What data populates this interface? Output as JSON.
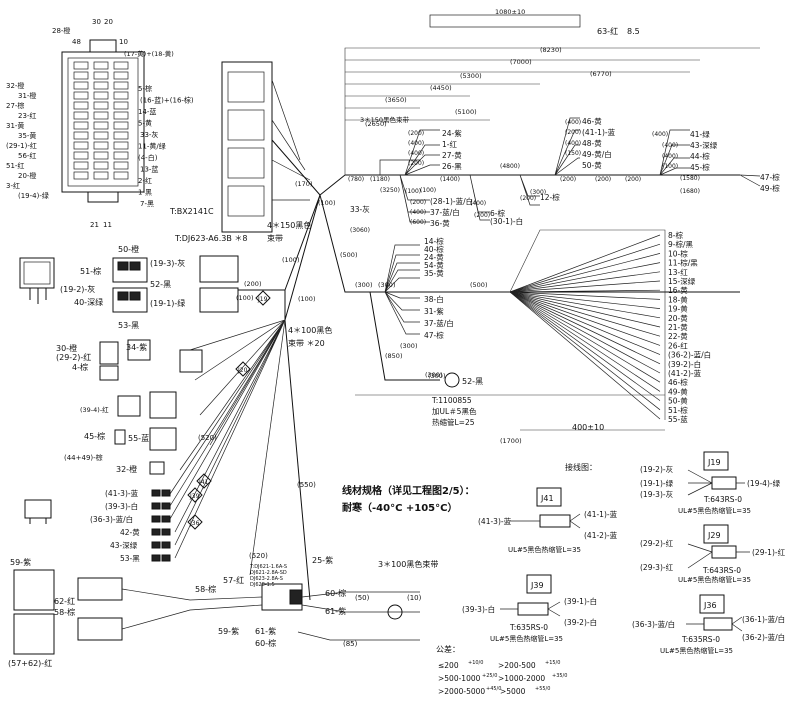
{
  "fusebox": {
    "top_labels": [
      "28-橙",
      "48",
      "30",
      "20",
      "(17-黄)+(18-黄)",
      "10"
    ],
    "left_labels": [
      "32-橙",
      "31-橙",
      "27-棕",
      "23-红",
      "31-黄",
      "35-黄",
      "(29-1)-红",
      "56-红",
      "51-红",
      "20-橙",
      "3-红",
      "(19-4)-绿"
    ],
    "right_labels": [
      "5-棕",
      "(16-蓝)+(16-棕)",
      "14-蓝",
      "5-黄",
      "33-灰",
      "11-黄/绿",
      "(4-白)",
      "13-蓝",
      "2-红",
      "1-黑",
      "7-黑"
    ],
    "bottom_labels": [
      "21",
      "11"
    ],
    "part_no": "T:BX2141C"
  },
  "relay_block": {
    "part_no": "T:DJ623-A6.3B ＊8",
    "labels": [
      "50-橙",
      "51-棕",
      "(19-3)-灰",
      "40-深绿",
      "52-黑",
      "53-黑",
      "(19-2)-灰",
      "(19-1)-绿"
    ]
  },
  "bundle_notes": [
    "4＊150黑色",
    "束带",
    "4＊100黑色",
    "束带 ＊20",
    "3＊100黑色束带"
  ],
  "splice_tags": [
    "J19",
    "J20",
    "J41",
    "J36",
    "J39"
  ],
  "left_connectors": [
    "30-橙",
    "(29-2)-红",
    "4-棕",
    "34-紫",
    "(39-4)-红",
    "45-棕",
    "55-蓝",
    "(44+49)-棕",
    "32-橙"
  ],
  "lower_left_labels": [
    "(41-3)-蓝",
    "(39-3)-白",
    "(36-3)-蓝/白",
    "42-黄",
    "43-深绿",
    "53-黑",
    "59-紫",
    "62-红",
    "58-棕",
    "(57+62)-红",
    "57-红",
    "58-棕",
    "59-紫",
    "25-紫",
    "60-棕",
    "61-紫",
    "61-紫",
    "60-棕"
  ],
  "small_connector_text": [
    "T:DJ621-1.6A-S",
    "DJ621-2.8A-SD",
    "DJ623-2.8A-S",
    "DJ628-1.5"
  ],
  "top_dims": [
    "1080±10",
    "63-红",
    "8.5",
    "(8230)",
    "(7000)",
    "(6770)",
    "(5300)",
    "(4450)",
    "(3650)",
    "(5100)",
    "(2650)"
  ],
  "mid_dims": [
    "(200)",
    "(400)",
    "(400)",
    "(200)",
    "(400)",
    "(200)",
    "(400)",
    "(150)",
    "(400)",
    "(400)",
    "(400)",
    "(100)",
    "(780)",
    "(1180)",
    "(3250)",
    "(1400)",
    "(4800)",
    "(200)",
    "(1580)",
    "(1680)",
    "(3060)",
    "(100)",
    "(100)",
    "(200)",
    "(400)",
    "(600)",
    "(400)",
    "(200)",
    "(200)",
    "(300)",
    "(200)",
    "(200)"
  ],
  "mid_labels": [
    "3＊150黑色束带",
    "24-紫",
    "1-红",
    "27-黄",
    "26-黑",
    "46-黄",
    "(41-1)-蓝",
    "48-黄",
    "49-黄/白",
    "50-黄",
    "41-绿",
    "43-深绿",
    "44-棕",
    "45-棕",
    "47-棕",
    "49-棕",
    "33-灰",
    "(28-1)-蓝/白",
    "37-蓝/白",
    "36-黄",
    "6-棕",
    "(30-1)-白",
    "12-棕"
  ],
  "long_branch_left": [
    "14-棕",
    "40-棕",
    "24-黄",
    "54-黄",
    "35-黄",
    "38-白",
    "31-紫",
    "37-蓝/白",
    "47-棕"
  ],
  "long_branch_right": [
    "8-棕",
    "9-棕/黑",
    "10-棕",
    "11-棕/黑",
    "13-红",
    "15-深绿",
    "16-黄",
    "18-黄",
    "19-黄",
    "20-黄",
    "21-黄",
    "22-黄",
    "26-红",
    "(36-2)-蓝/白",
    "(39-2)-白",
    "(41-2)-蓝",
    "46-棕",
    "49-黄",
    "50-黄",
    "51-棕",
    "55-蓝"
  ],
  "misc_dims": [
    "(170)",
    "(100)",
    "(100)",
    "(200)",
    "(100)",
    "(100)",
    "(300)",
    "(300)",
    "(500)",
    "(300)",
    "(500)",
    "(300)",
    "(850)",
    "(300)",
    "(1700)",
    "400±10",
    "(550)",
    "(520)",
    "(520)",
    "(50)",
    "(10)",
    "(85)"
  ],
  "terminal": {
    "label": "52-黑",
    "part": "T:1100855",
    "sleeve1": "加UL＃5黑色",
    "sleeve2": "热缩管L=25"
  },
  "wire_spec": {
    "line1": "线材规格（详见工程图2/5）：",
    "line2": "耐寒（-40°C +105°C）"
  },
  "splice_section_title": "接线图：",
  "splices": [
    {
      "tag": "J41",
      "left": [
        "(41-3)-蓝"
      ],
      "right": [
        "(41-1)-蓝",
        "(41-2)-蓝"
      ],
      "part": "",
      "note": "UL#5黑色热缩管L=35"
    },
    {
      "tag": "J39",
      "left": [
        "(39-3)-白"
      ],
      "right": [
        "(39-1)-白",
        "(39-2)-白"
      ],
      "part": "T:635RS-0",
      "note": "UL#5黑色热缩管L=35"
    },
    {
      "tag": "J19",
      "left": [
        "(19-2)-灰",
        "(19-1)-绿",
        "(19-3)-灰"
      ],
      "right": [
        "(19-4)-绿"
      ],
      "part": "T:643RS-0",
      "note": "UL#5黑色热缩管L=35"
    },
    {
      "tag": "J29",
      "left": [
        "(29-2)-红",
        "(29-3)-红"
      ],
      "right": [
        "(29-1)-红"
      ],
      "part": "T:643RS-0",
      "note": "UL#5黑色热缩管L=35"
    },
    {
      "tag": "J36",
      "left": [
        "(36-3)-蓝/白"
      ],
      "right": [
        "(36-1)-蓝/白",
        "(36-2)-蓝/白"
      ],
      "part": "T:635RS-0",
      "note": "UL#5黑色热缩管L=35"
    }
  ],
  "tolerance": {
    "title": "公差：",
    "rows": [
      [
        "≤200",
        "+10/0",
        ">200-500",
        "+15/0"
      ],
      [
        ">500-1000",
        "+25/0",
        ">1000-2000",
        "+35/0"
      ],
      [
        ">2000-5000",
        "+45/0",
        ">5000",
        "+55/0"
      ]
    ]
  }
}
